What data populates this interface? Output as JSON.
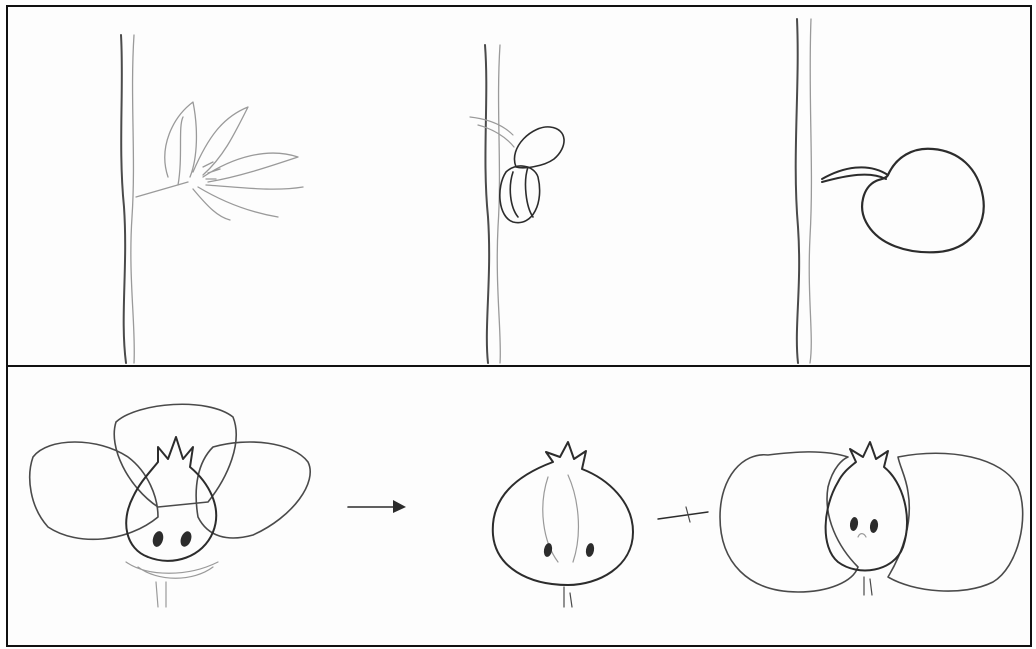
{
  "figure": {
    "top_row": [
      "flower-on-stem",
      "young-fruit-on-stem",
      "mature-fruit-on-stem"
    ],
    "bottom_row": [
      "flower-with-ovary",
      "developing-ovary",
      "fruit-with-ovary"
    ],
    "colors": {
      "pencil": "#4a4a4a",
      "border": "#111111",
      "paper": "#fdfdfd"
    }
  }
}
